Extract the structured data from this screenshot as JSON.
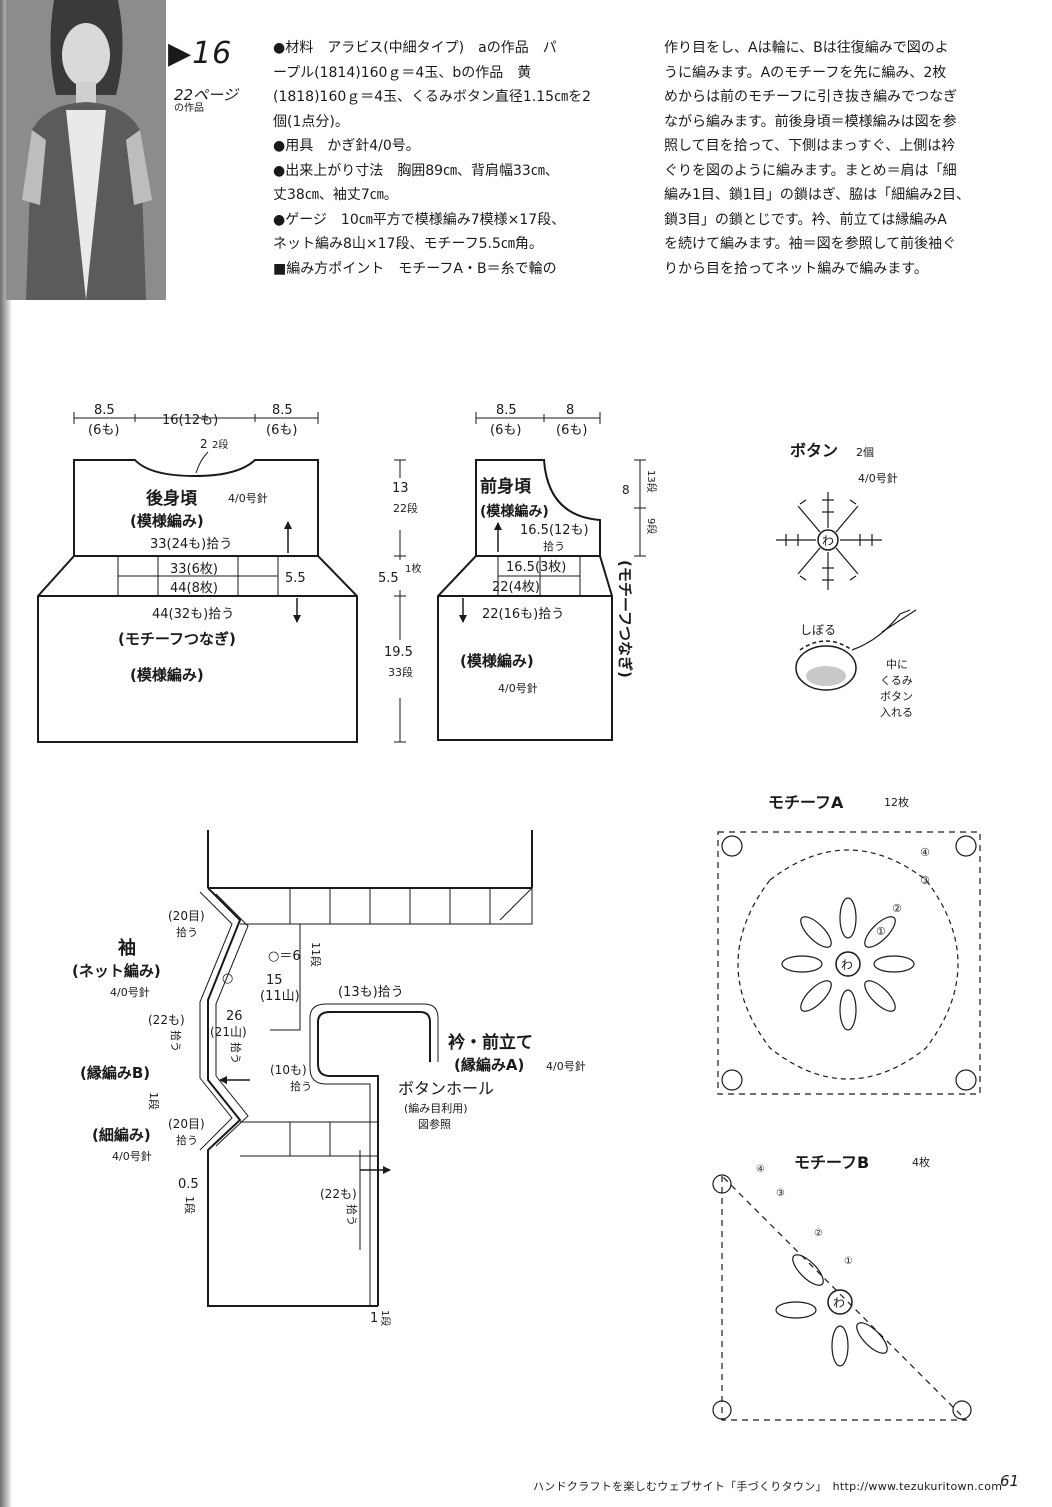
{
  "header": {
    "pattern_no": "▶16",
    "page_ref": "22ページ",
    "page_ref_sub": "の作品"
  },
  "text": {
    "col1": [
      "●材料　アラビス(中細タイプ)　aの作品　パ",
      "ープル(1814)160ｇ＝4玉、bの作品　黄",
      "(1818)160ｇ＝4玉、くるみボタン直径1.15㎝を2",
      "個(1点分)。",
      "●用具　かぎ針4/0号。",
      "●出来上がり寸法　胸囲89㎝、背肩幅33㎝、",
      "丈38㎝、袖丈7㎝。",
      "●ゲージ　10㎝平方で模様編み7模様×17段、",
      "ネット編み8山×17段、モチーフ5.5㎝角。",
      "■編み方ポイント　モチーフA・B＝糸で輪の"
    ],
    "col2": [
      "作り目をし、Aは輪に、Bは往復編みで図のよ",
      "うに編みます。Aのモチーフを先に編み、2枚",
      "めからは前のモチーフに引き抜き編みでつなぎ",
      "ながら編みます。前後身頃＝模様編みは図を参",
      "照して目を拾って、下側はまっすぐ、上側は衿",
      "ぐりを図のように編みます。まとめ＝肩は「細",
      "編み1目、鎖1目」の鎖はぎ、脇は「細編み2目、",
      "鎖3目」の鎖とじです。衿、前立ては縁編みA",
      "を続けて編みます。袖＝図を参照して前後袖ぐ",
      "りから目を拾ってネット編みで編みます。"
    ]
  },
  "back": {
    "w_left": "8.5",
    "w_left_sub": "(6も)",
    "w_mid": "16(12も)",
    "w_right": "8.5",
    "w_right_sub": "(6も)",
    "neck": "2",
    "neck_sub": "2段",
    "title": "後身頃",
    "hook": "4/0号針",
    "stitch": "(模様編み)",
    "pick_top": "33(24も)拾う",
    "band_top": "33(6枚)",
    "band_bot": "44(8枚)",
    "band_h": "5.5",
    "pick_bot": "44(32も)拾う",
    "motif": "(モチーフつなぎ)",
    "bottom_stitch": "(模様編み)"
  },
  "vdims": {
    "top": "13",
    "top_sub": "22段",
    "mid": "5.5",
    "mid_sub": "1枚",
    "bot": "19.5",
    "bot_sub": "33段"
  },
  "front": {
    "w_left": "8.5",
    "w_left_sub": "(6も)",
    "w_right": "8",
    "w_right_sub": "(6も)",
    "title": "前身頃",
    "stitch": "(模様編み)",
    "pick_top": "16.5(12も)",
    "pick_top_sub": "拾う",
    "band_top": "16.5(3枚)",
    "band_bot": "22(4枚)",
    "pick_bot": "22(16も)拾う",
    "bottom_stitch": "(模様編み)",
    "hook": "4/0号針",
    "r_h": "8",
    "r_top": "13段",
    "r_bot": "9段",
    "motif_v": "(モチーフつなぎ)"
  },
  "button": {
    "title": "ボタン",
    "count": "2個",
    "hook": "4/0号針",
    "ring": "わ",
    "shiboru": "しぼる",
    "note": [
      "中に",
      "くるみ",
      "ボタン",
      "入れる"
    ]
  },
  "motifA": {
    "title": "モチーフA",
    "count": "12枚",
    "ring": "わ",
    "rounds": [
      "①",
      "②",
      "③",
      "④"
    ]
  },
  "motifB": {
    "title": "モチーフB",
    "count": "4枚",
    "ring": "わ",
    "rounds": [
      "①",
      "②",
      "③",
      "④"
    ]
  },
  "sleeve": {
    "title": "袖",
    "stitch": "(ネット編み)",
    "hook": "4/0号針",
    "pick20a": "(20目)",
    "pick20a_sub": "拾う",
    "legend": "○＝6",
    "legend_sub": "11段",
    "dim15": "15",
    "dim15_sub": "(11山)",
    "pick22": "(22も)",
    "pick22_sub": "拾う",
    "dim26": "26",
    "dim26_sub": "(21山)",
    "dim26_sub2": "拾う",
    "edgeB": "(縁編みB)",
    "edgeB_rows": "1段",
    "sc": "(細編み)",
    "sc_hook": "4/0号針",
    "pick20b": "(20目)",
    "pick20b_sub": "拾う",
    "dim05": "0.5",
    "dim05_sub": "1段"
  },
  "collar": {
    "pick13": "(13も)拾う",
    "title": "衿・前立て",
    "stitch": "(縁編みA)",
    "hook": "4/0号針",
    "pick10": "(10も)",
    "pick10_sub": "拾う",
    "buttonhole": "ボタンホール",
    "bh_note": "(編み目利用)",
    "bh_note2": "図参照",
    "pick22": "(22も)",
    "pick22_sub": "拾う",
    "rows": "1",
    "rows_sub": "1段"
  },
  "footer": {
    "text": "ハンドクラフトを楽しむウェブサイト「手づくりタウン」　http://www.tezukuritown.com",
    "page": "61"
  }
}
